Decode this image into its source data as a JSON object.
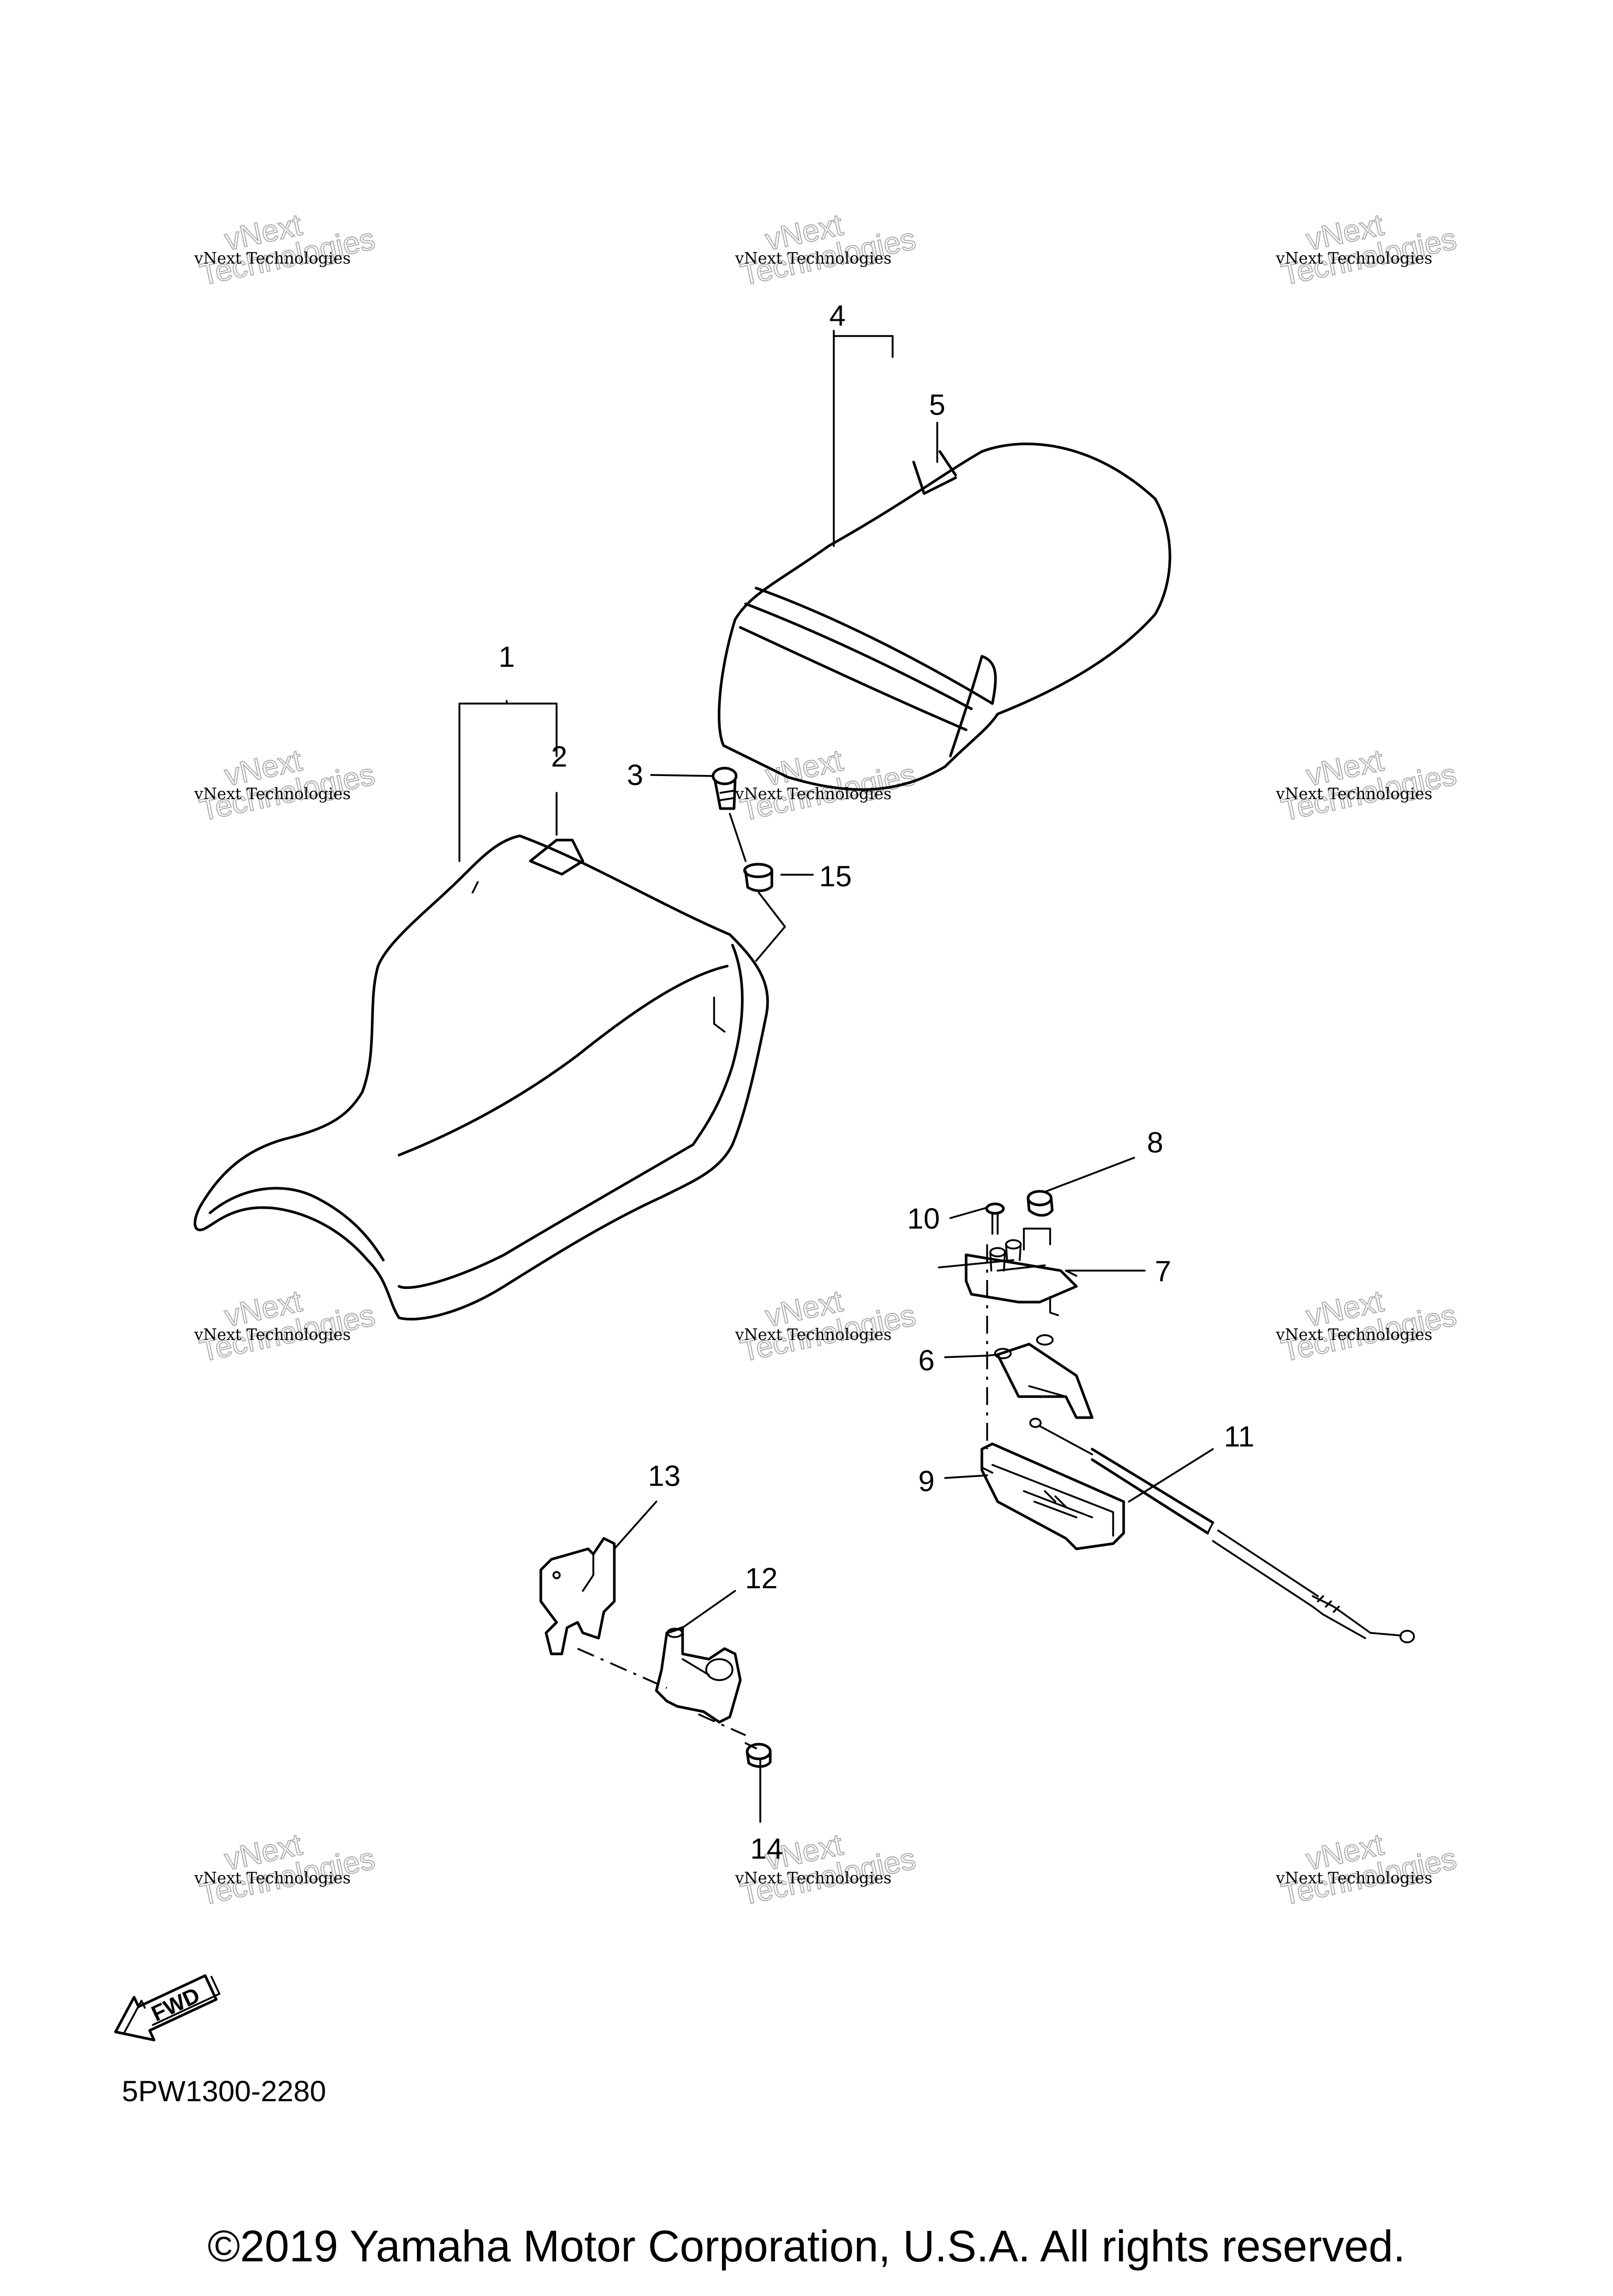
{
  "labels": [
    "1",
    "2",
    "3",
    "4",
    "5",
    "6",
    "7",
    "8",
    "9",
    "10",
    "11",
    "12",
    "13",
    "14",
    "15"
  ],
  "watermark": {
    "line1": "vNext",
    "line2": "vNext Technologies",
    "line3": "Technologies"
  },
  "fwd_text": "FWD",
  "diagram_code": "5PW1300-2280",
  "copyright": "©2019 Yamaha Motor Corporation, U.S.A. All rights reserved."
}
